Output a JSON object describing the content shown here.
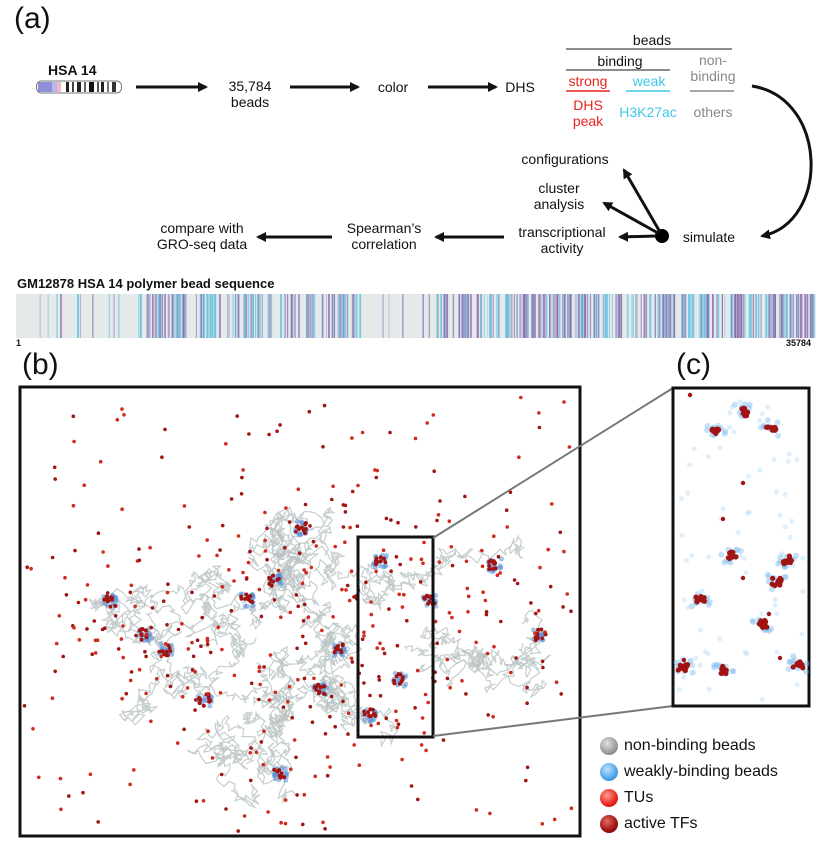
{
  "panels": {
    "a": "(a)",
    "b": "(b)",
    "c": "(c)"
  },
  "pipeline": {
    "chromosome_label": "HSA 14",
    "beads_count": "35,784",
    "beads_word": "beads",
    "color": "color",
    "dhs": "DHS",
    "simulate": "simulate",
    "configurations": "configurations",
    "cluster_1": "cluster",
    "cluster_2": "analysis",
    "transcriptional_1": "transcriptional",
    "transcriptional_2": "activity",
    "spearman_1": "Spearman’s",
    "spearman_2": "correlation",
    "compare_1": "compare with",
    "compare_2": "GRO-seq data"
  },
  "classification": {
    "beads": "beads",
    "binding": "binding",
    "non_binding_1": "non-",
    "non_binding_2": "binding",
    "strong": "strong",
    "weak": "weak",
    "dhs_1": "DHS",
    "dhs_2": "peak",
    "h3k27ac": "H3K27ac",
    "others": "others"
  },
  "sequence": {
    "title": "GM12878 HSA 14 polymer bead sequence",
    "start": "1",
    "end": "35784"
  },
  "legend": {
    "items": [
      {
        "label": "non-binding beads",
        "color": "#9a9a9a"
      },
      {
        "label": "weakly-binding beads",
        "color": "#4aa3e6"
      },
      {
        "label": "TUs",
        "color": "#e8231c"
      },
      {
        "label": "active TFs",
        "color": "#a01010"
      }
    ]
  },
  "colors": {
    "strong": "#e8231c",
    "weak": "#3fc8e8",
    "nonbinding": "#888888",
    "sequence_bg": "#e4e9e9",
    "seq_purple": "#8a6fb0",
    "seq_cyan": "#6cc6e0",
    "tf": "#a01414",
    "polymer": "#b8c2c2"
  }
}
